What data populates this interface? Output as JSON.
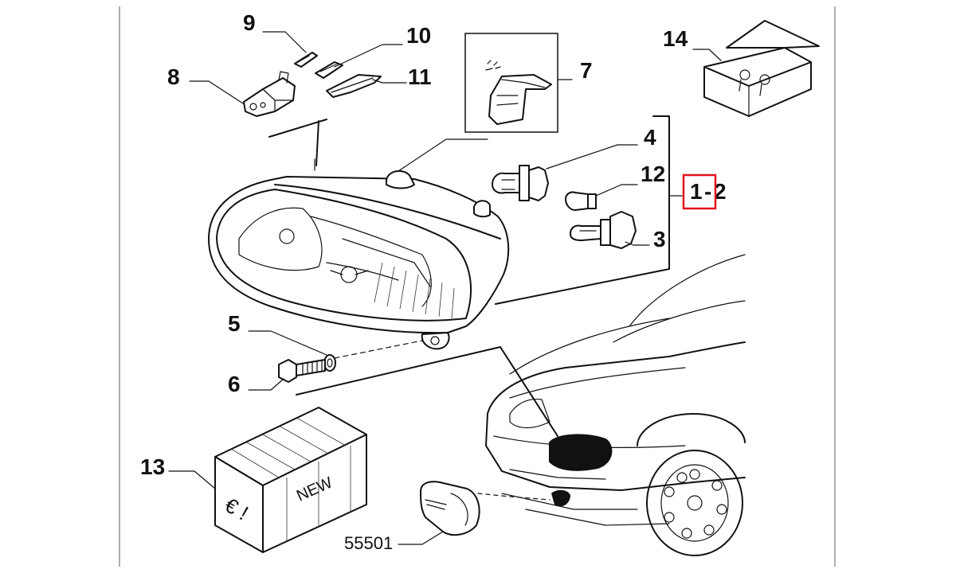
{
  "diagram": {
    "callouts": {
      "c1": "1",
      "c2": "2",
      "c3": "3",
      "c4": "4",
      "c5": "5",
      "c6": "6",
      "c7": "7",
      "c8": "8",
      "c9": "9",
      "c10": "10",
      "c11": "11",
      "c12": "12",
      "c13": "13",
      "c14": "14",
      "c55501": "55501"
    },
    "box_labels": {
      "new": "NEW",
      "euro": "€ !"
    },
    "highlight_color": "#e0141e"
  }
}
